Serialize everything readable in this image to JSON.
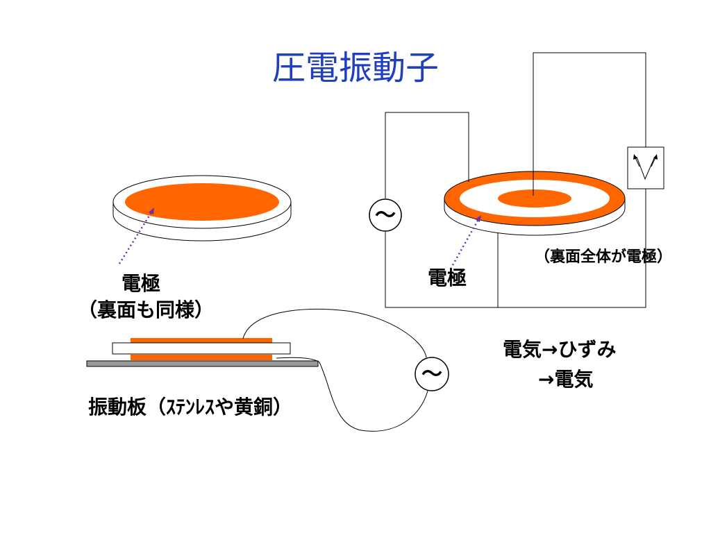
{
  "slide": {
    "title": "圧電振動子",
    "title_color": "#1F3FBF"
  },
  "colors": {
    "electrode": "#FF6600",
    "line": "#000000",
    "pointer": "#7030A0",
    "plate": "#999999"
  },
  "labels": {
    "left_electrode": "電極",
    "left_electrode_note": "（裏面も同様）",
    "right_electrode": "電極",
    "back_note": "（裏面全体が電極）",
    "vibration_plate": "振動板（ｽﾃﾝﾚｽや黄銅）",
    "conversion_line1": "電気→ひずみ",
    "conversion_line2": "→電気"
  },
  "symbols": {
    "ac_source": "～",
    "voltmeter": "voltmeter-icon"
  }
}
